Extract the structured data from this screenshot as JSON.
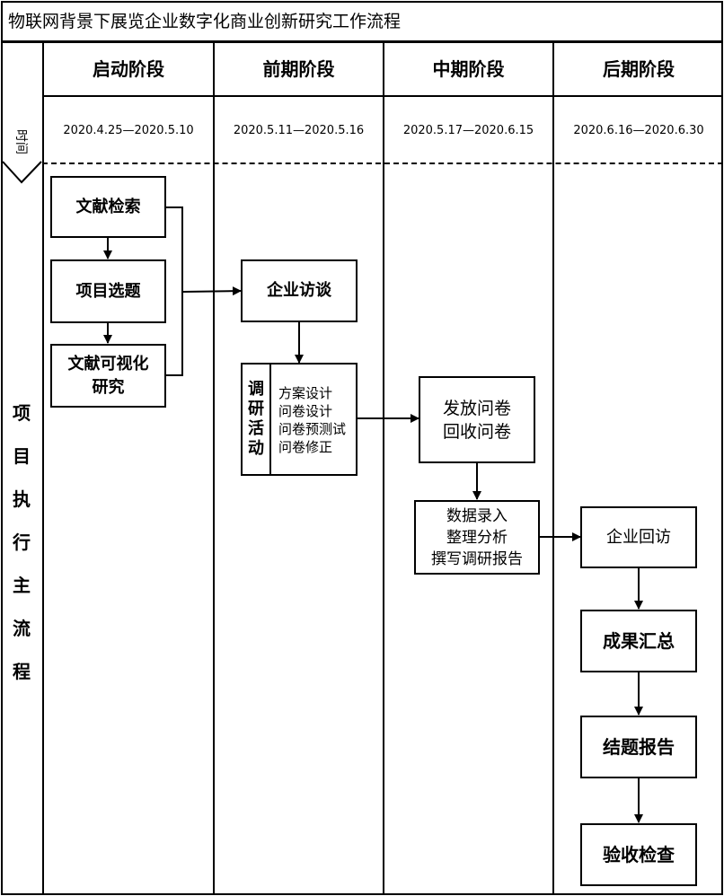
{
  "title": "物联网背景下展览企业数字化商业创新研究工作流程",
  "time_label": "时间",
  "row_label": [
    "项",
    "目",
    "执",
    "行",
    "主",
    "流",
    "程"
  ],
  "phases": [
    {
      "name": "启动阶段",
      "date": "2020.4.25—2020.5.10"
    },
    {
      "name": "前期阶段",
      "date": "2020.5.11—2020.5.16"
    },
    {
      "name": "中期阶段",
      "date": "2020.5.17—2020.6.15"
    },
    {
      "name": "后期阶段",
      "date": "2020.6.16—2020.6.30"
    }
  ],
  "boxes": {
    "wenxian_jiansuo": "文献检索",
    "xiangmu_xuanti": "项目选题",
    "wenxian_keshihua": [
      "文献可视化",
      "研究"
    ],
    "qiye_fangtan": "企业访谈",
    "diaoyan_huodong_label": [
      "调",
      "研",
      "活",
      "动"
    ],
    "diaoyan_huodong_items": [
      "方案设计",
      "问卷设计",
      "问卷预测试",
      "问卷修正"
    ],
    "fafang_wenjuan": [
      "发放问卷",
      "回收问卷"
    ],
    "shuju": [
      "数据录入",
      "整理分析",
      "撰写调研报告"
    ],
    "qiye_huifang": "企业回访",
    "chengguo_huizong": "成果汇总",
    "jieti_baogao": "结题报告",
    "yanshou_jiancha": "验收检查"
  }
}
